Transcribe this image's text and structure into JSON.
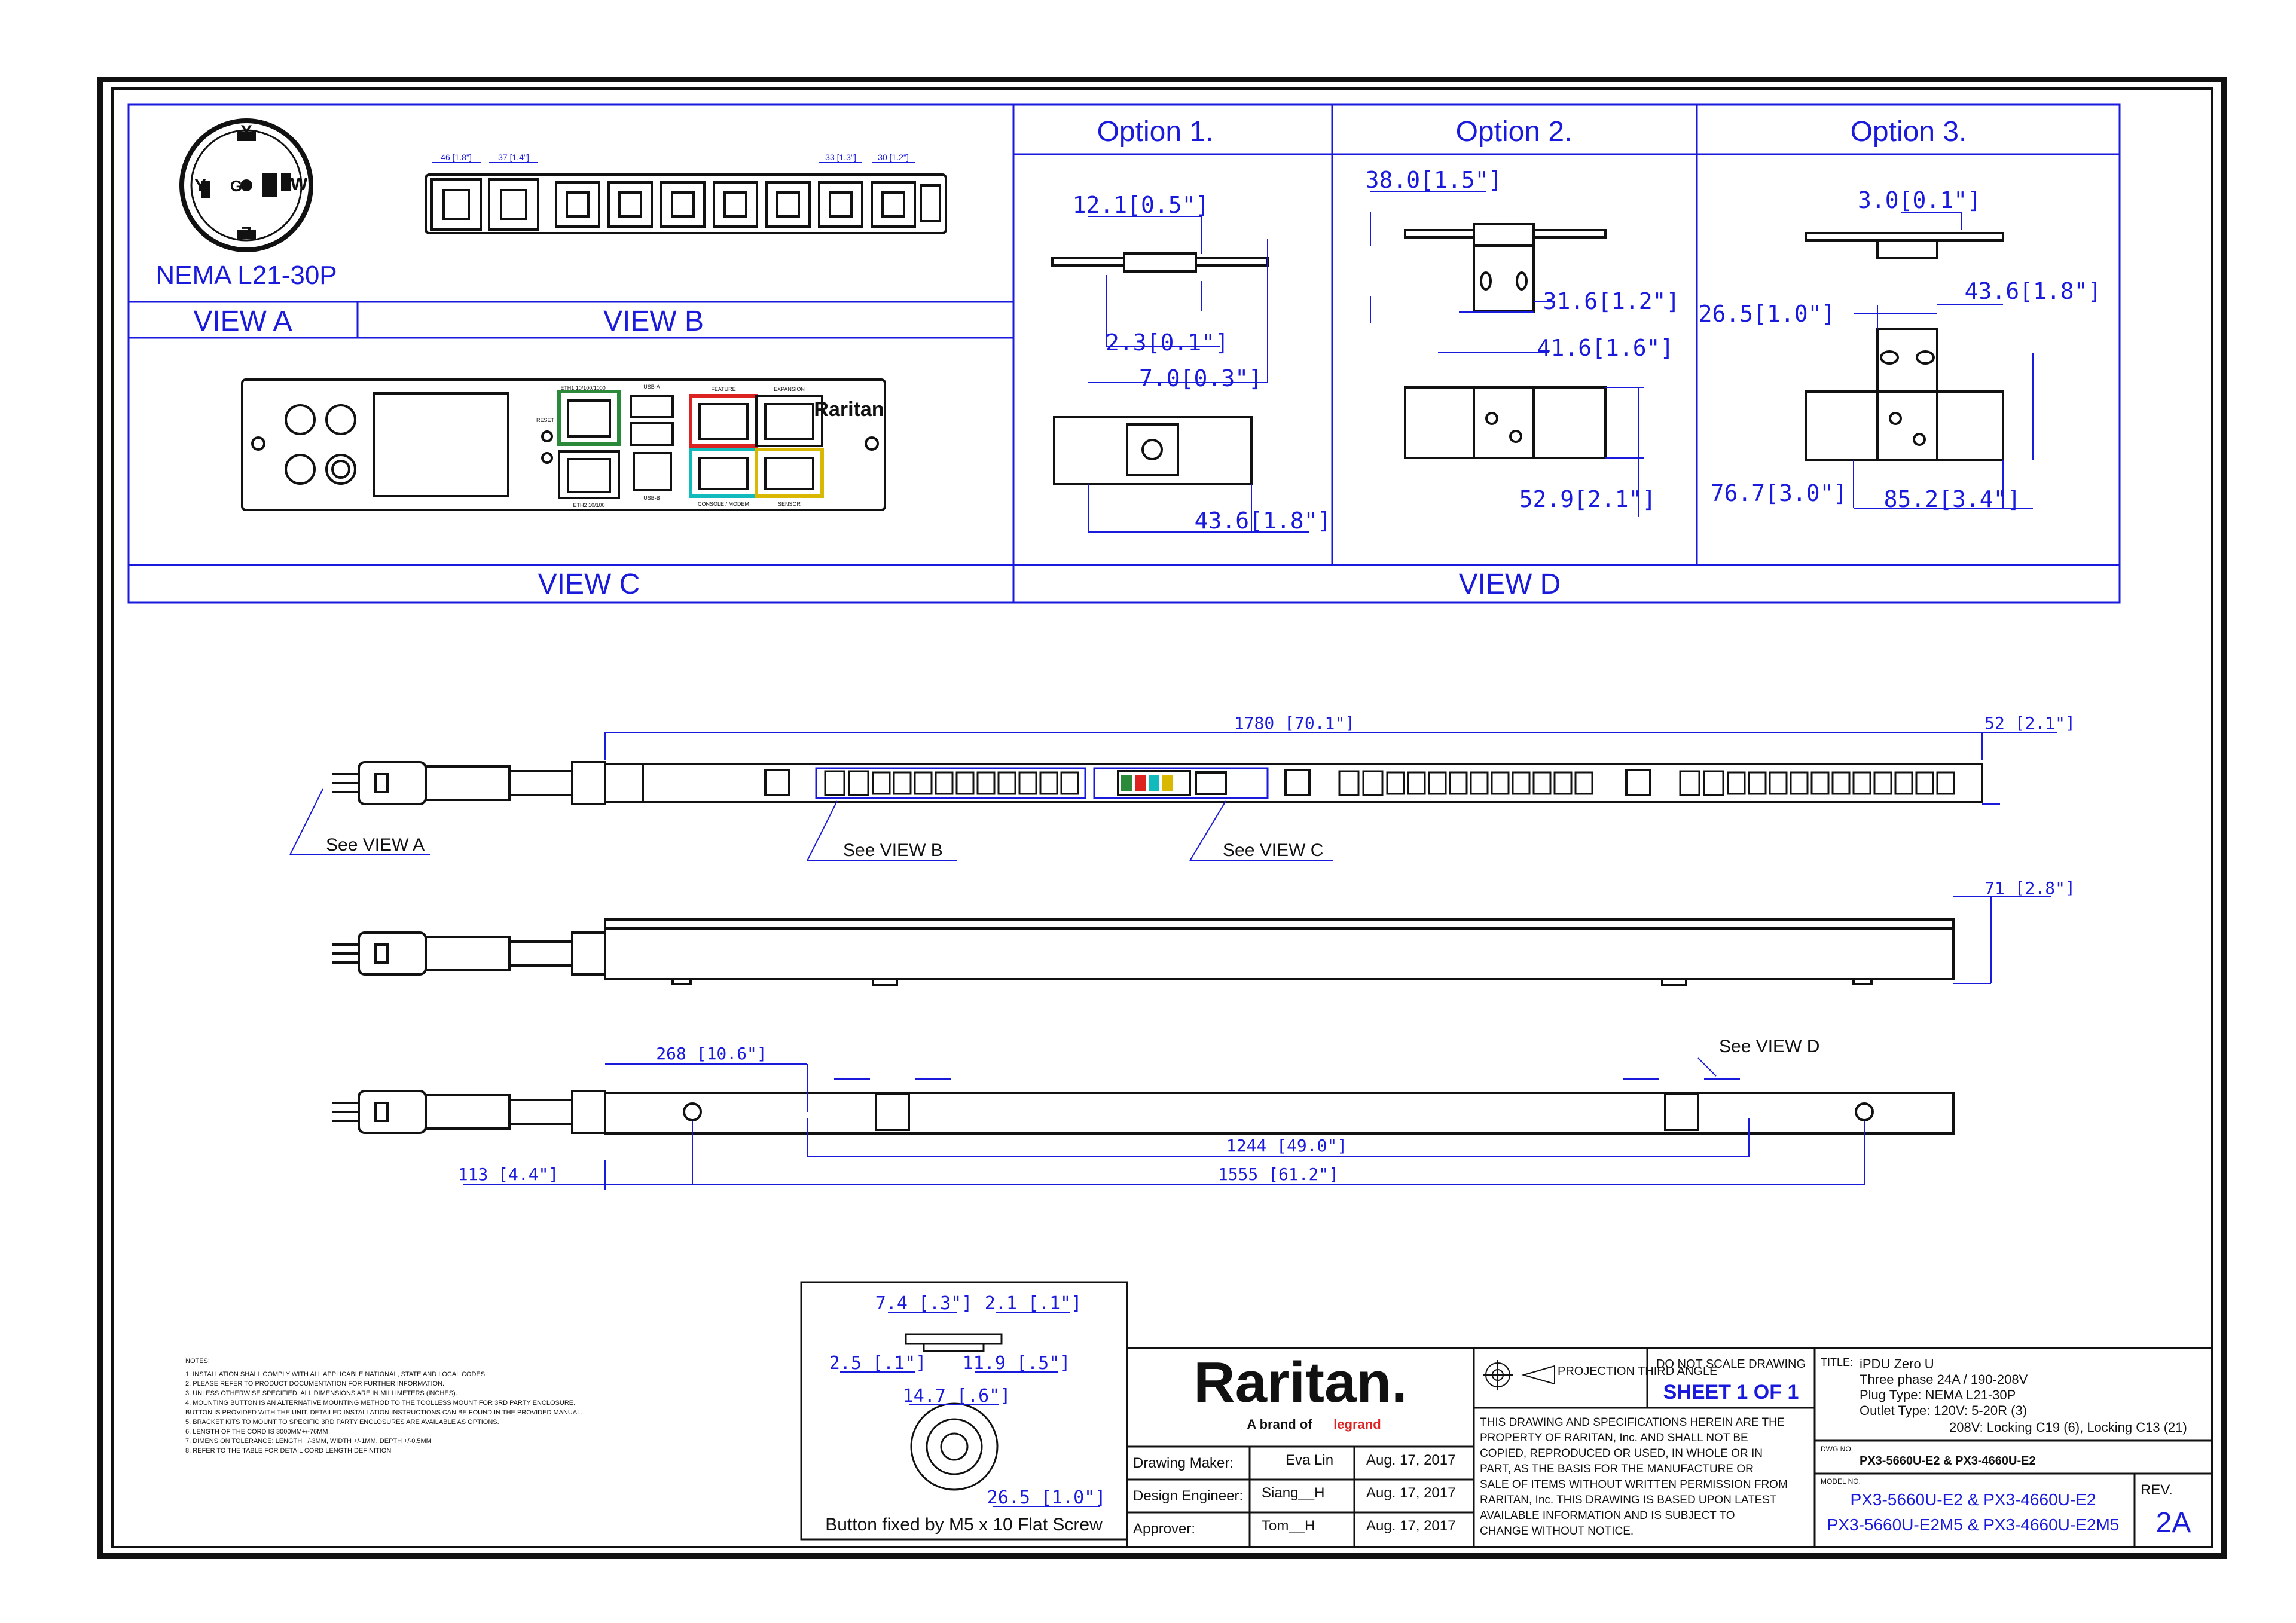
{
  "view_a": {
    "plug_name": "NEMA L21-30P",
    "view_label": "VIEW A",
    "pins": [
      "X",
      "Y",
      "W",
      "Z",
      "G"
    ]
  },
  "view_b": {
    "view_label": "VIEW B",
    "dims": [
      "46 [1.8\"]",
      "37 [1.4\"]",
      "33 [1.3\"]",
      "30 [1.2\"]"
    ]
  },
  "view_c": {
    "view_label": "VIEW C",
    "port_labels": [
      "ETH1 10/100/1000",
      "USB-A",
      "FEATURE",
      "EXPANSION",
      "RESET",
      "ETH2 10/100",
      "USB-B",
      "CONSOLE / MODEM",
      "SENSOR"
    ],
    "brand": "Raritan"
  },
  "view_d": {
    "view_label": "VIEW D",
    "options": [
      {
        "title": "Option 1.",
        "dims": [
          "12.1[0.5\"]",
          "2.3[0.1\"]",
          "7.0[0.3\"]",
          "43.6[1.8\"]"
        ]
      },
      {
        "title": "Option  2.",
        "dims": [
          "38.0[1.5\"]",
          "31.6[1.2\"]",
          "41.6[1.6\"]",
          "52.9[2.1\"]"
        ]
      },
      {
        "title": "Option 3.",
        "dims": [
          "3.0[0.1\"]",
          "43.6[1.8\"]",
          "26.5[1.0\"]",
          "76.7[3.0\"]",
          "85.2[3.4\"]"
        ]
      }
    ]
  },
  "main_views": {
    "front": {
      "overall": "1780 [70.1\"]",
      "end": "52 [2.1\"]",
      "callouts": [
        "See VIEW A",
        "See VIEW B",
        "See VIEW C"
      ]
    },
    "side": {
      "depth": "71 [2.8\"]"
    },
    "back": {
      "callout": "See VIEW D",
      "dims": [
        "268 [10.6\"]",
        "1244 [49.0\"]",
        "113 [4.4\"]",
        "1555 [61.2\"]"
      ]
    }
  },
  "notes": {
    "title": "NOTES:",
    "items": [
      "1. INSTALLATION SHALL COMPLY WITH ALL APPLICABLE NATIONAL, STATE AND LOCAL CODES.",
      "2. PLEASE REFER TO PRODUCT DOCUMENTATION FOR FURTHER INFORMATION.",
      "3. UNLESS OTHERWISE SPECIFIED, ALL DIMENSIONS ARE IN MILLIMETERS (INCHES).",
      "4. MOUNTING BUTTON IS AN ALTERNATIVE MOUNTING METHOD TO THE TOOLLESS MOUNT FOR 3RD PARTY ENCLOSURE.",
      "   BUTTON IS PROVIDED WITH THE UNIT. DETAILED INSTALLATION INSTRUCTIONS CAN BE FOUND IN THE PROVIDED MANUAL.",
      "5. BRACKET KITS TO MOUNT TO SPECIFIC 3RD PARTY ENCLOSURES ARE AVAILABLE AS OPTIONS.",
      "6. LENGTH OF THE CORD IS 3000MM+/-76MM",
      "7. DIMENSION TOLERANCE: LENGTH +/-3MM, WIDTH +/-1MM, DEPTH +/-0.5MM",
      "8. REFER TO THE TABLE FOR DETAIL CORD LENGTH DEFINITION"
    ]
  },
  "button_detail": {
    "dims": [
      "7.4 [.3\"]",
      "2.1 [.1\"]",
      "2.5 [.1\"]",
      "11.9 [.5\"]",
      "14.7 [.6\"]",
      "26.5 [1.0\"]"
    ],
    "caption": "Button fixed by M5 x 10 Flat Screw"
  },
  "title_block": {
    "logo": "Raritan.",
    "tagline": "A brand of",
    "tagline_brand": "legrand",
    "projection": "PROJECTION THIRD ANGLE",
    "do_not_scale": "DO NOT SCALE DRAWING",
    "sheet": "SHEET 1 OF 1",
    "rows": [
      {
        "role": "Drawing Maker:",
        "name": "Eva Lin",
        "date": "Aug. 17, 2017"
      },
      {
        "role": "Design Engineer:",
        "name": "Siang__H",
        "date": "Aug. 17, 2017"
      },
      {
        "role": "Approver:",
        "name": "Tom__H",
        "date": "Aug. 17, 2017"
      }
    ],
    "disclaimer": [
      "THIS DRAWING AND SPECIFICATIONS HEREIN ARE THE",
      "PROPERTY OF RARITAN, Inc. AND SHALL NOT BE",
      "COPIED, REPRODUCED OR USED, IN WHOLE OR IN",
      "PART, AS THE BASIS FOR THE MANUFACTURE OR",
      "SALE OF ITEMS WITHOUT WRITTEN PERMISSION FROM",
      "RARITAN, Inc. THIS DRAWING IS BASED UPON LATEST",
      "AVAILABLE INFORMATION AND IS SUBJECT TO",
      "CHANGE WITHOUT NOTICE."
    ],
    "title_label": "TITLE:",
    "title_lines": [
      "iPDU Zero U",
      "Three phase 24A / 190-208V",
      "Plug Type: NEMA L21-30P",
      "Outlet Type: 120V: 5-20R (3)",
      "208V: Locking C19 (6), Locking C13 (21)"
    ],
    "dwg_label": "DWG NO.",
    "dwg_no": "PX3-5660U-E2 & PX3-4660U-E2",
    "model_label": "MODEL NO.",
    "models": [
      "PX3-5660U-E2 & PX3-4660U-E2",
      "PX3-5660U-E2M5 & PX3-4660U-E2M5"
    ],
    "rev_label": "REV.",
    "rev": "2A"
  },
  "colors": {
    "blue": "#1a1adc",
    "line": "#111111"
  }
}
